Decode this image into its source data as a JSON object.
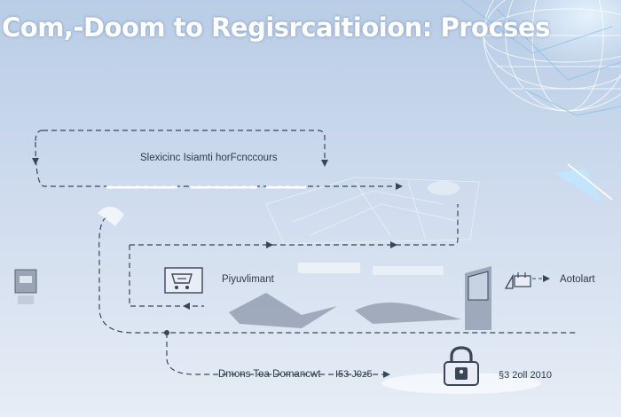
{
  "title": "Com,-Doom to Regisrcaitioion: Procses",
  "top_box_label": "Slexicinc Isiamti horFcnccours",
  "payment_label": "Piyuvlimant",
  "autolart_label": "Aotolart",
  "bottom_label": "Dmons Toa Domancwt",
  "bottom_mid_label": "I53 J0z5",
  "bottom_right_label": "§3 2oll 2010",
  "colors": {
    "line": "#3a4558",
    "accent": "#9ec6f0",
    "title": "#ffffff"
  },
  "icons": [
    "document-icon",
    "cart-icon",
    "padlock-icon",
    "building-icon",
    "globe-wireframe-icon"
  ]
}
